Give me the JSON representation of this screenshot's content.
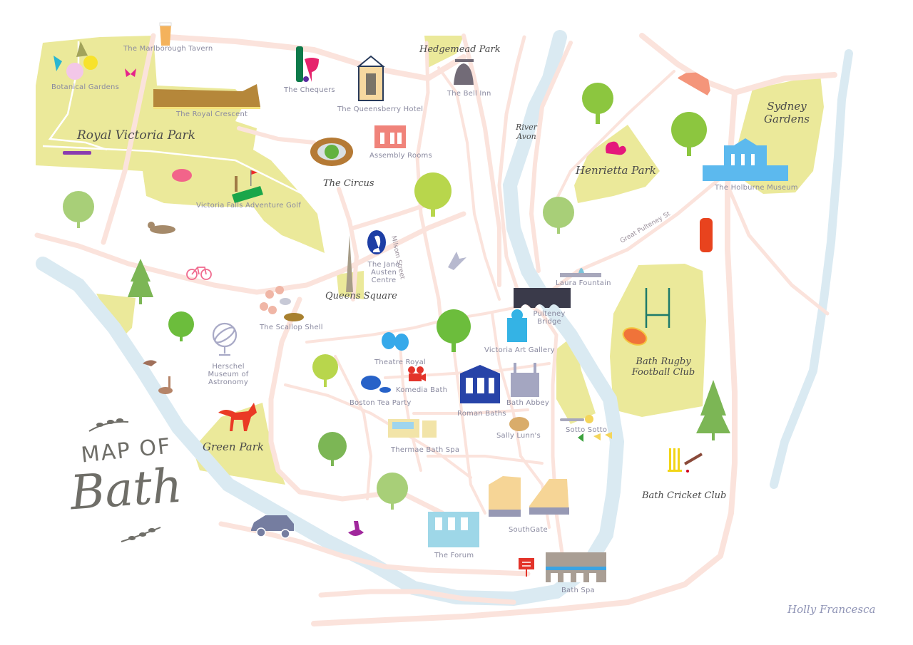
{
  "title": {
    "line1": "MAP OF",
    "line2": "Bath"
  },
  "signature": "Holly Francesca",
  "colors": {
    "park": "#ebe99a",
    "river": "#daeaf2",
    "road": "#fbe3dc",
    "label": "#8a8aa0",
    "area_label": "#4a4a4a",
    "title": "#6f6e68"
  },
  "areas": [
    {
      "id": "royal-victoria-park",
      "label": "Royal Victoria Park"
    },
    {
      "id": "hedgemead-park",
      "label": "Hedgemead Park"
    },
    {
      "id": "henrietta-park",
      "label": "Henrietta Park"
    },
    {
      "id": "sydney-gardens",
      "label": "Sydney Gardens"
    },
    {
      "id": "queens-square",
      "label": "Queens Square"
    },
    {
      "id": "the-circus",
      "label": "The Circus"
    },
    {
      "id": "green-park",
      "label": "Green Park"
    },
    {
      "id": "bath-rugby",
      "label": "Bath Rugby Football Club"
    },
    {
      "id": "bath-cricket",
      "label": "Bath Cricket Club"
    },
    {
      "id": "river-avon",
      "label": "River Avon"
    }
  ],
  "streets": [
    {
      "id": "milsom-street",
      "label": "Milsom Street"
    },
    {
      "id": "great-pulteney-st",
      "label": "Great Pulteney St"
    }
  ],
  "landmarks": [
    {
      "id": "marlborough-tavern",
      "label": "The Marlborough Tavern",
      "icon": "pint-glass-icon"
    },
    {
      "id": "botanical-gardens",
      "label": "Botanical Gardens",
      "icon": "flowers-icon"
    },
    {
      "id": "royal-crescent",
      "label": "The Royal Crescent",
      "icon": "crescent-building-icon"
    },
    {
      "id": "chequers",
      "label": "The Chequers",
      "icon": "wine-icon"
    },
    {
      "id": "queensberry-hotel",
      "label": "The Queensberry Hotel",
      "icon": "hotel-door-icon"
    },
    {
      "id": "bell-inn",
      "label": "The Bell Inn",
      "icon": "bell-icon"
    },
    {
      "id": "assembly-rooms",
      "label": "Assembly Rooms",
      "icon": "assembly-rooms-icon"
    },
    {
      "id": "adventure-golf",
      "label": "Victoria Falls Adventure Golf",
      "icon": "golf-icon"
    },
    {
      "id": "jane-austen-centre",
      "label": "The Jane Austen Centre",
      "icon": "cameo-icon"
    },
    {
      "id": "scallop-shell",
      "label": "The Scallop Shell",
      "icon": "seafood-icon"
    },
    {
      "id": "herschel-museum",
      "label": "Herschel Museum of Astronomy",
      "icon": "armillary-sphere-icon"
    },
    {
      "id": "holburne-museum",
      "label": "The Holburne Museum",
      "icon": "museum-icon"
    },
    {
      "id": "laura-fountain",
      "label": "Laura Fountain",
      "icon": "fountain-icon"
    },
    {
      "id": "pulteney-bridge",
      "label": "Pulteney Bridge",
      "icon": "bridge-icon"
    },
    {
      "id": "victoria-art-gallery",
      "label": "Victoria Art Gallery",
      "icon": "gallery-icon"
    },
    {
      "id": "theatre-royal",
      "label": "Theatre Royal",
      "icon": "theatre-masks-icon"
    },
    {
      "id": "komedia-bath",
      "label": "Komedia Bath",
      "icon": "film-camera-icon"
    },
    {
      "id": "boston-tea-party",
      "label": "Boston Tea Party",
      "icon": "teapot-icon"
    },
    {
      "id": "roman-baths",
      "label": "Roman Baths",
      "icon": "roman-baths-icon"
    },
    {
      "id": "bath-abbey",
      "label": "Bath Abbey",
      "icon": "abbey-icon"
    },
    {
      "id": "thermae-bath-spa",
      "label": "Thermae Bath Spa",
      "icon": "spa-pool-icon"
    },
    {
      "id": "sally-lunns",
      "label": "Sally Lunn's",
      "icon": "bun-icon"
    },
    {
      "id": "sotto-sotto",
      "label": "Sotto Sotto",
      "icon": "pasta-fork-icon"
    },
    {
      "id": "southgate",
      "label": "SouthGate",
      "icon": "shopping-buildings-icon"
    },
    {
      "id": "the-forum",
      "label": "The Forum",
      "icon": "forum-building-icon"
    },
    {
      "id": "bath-spa-station",
      "label": "Bath Spa",
      "icon": "station-icon"
    }
  ]
}
